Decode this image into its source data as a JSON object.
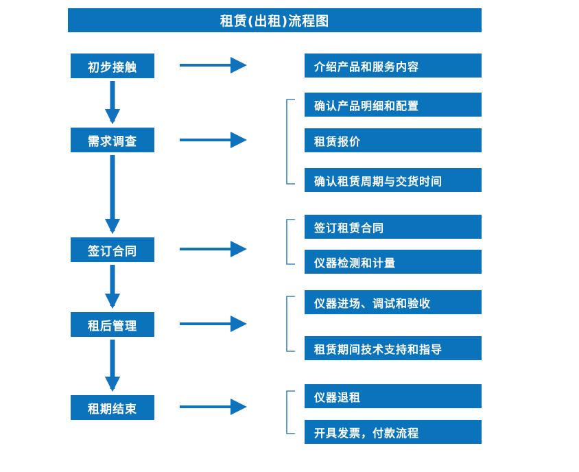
{
  "title": {
    "text": "租赁(出租)流程图"
  },
  "colors": {
    "accent": "#0B72BC",
    "box_text": "#ffffff",
    "arrow": "#1072BC",
    "bracket": "#3E80C1",
    "background": "#ffffff"
  },
  "stages": [
    {
      "label": "初步接触"
    },
    {
      "label": "需求调查"
    },
    {
      "label": "签订合同"
    },
    {
      "label": "租后管理"
    },
    {
      "label": "租期结束"
    }
  ],
  "details": [
    {
      "label": "介绍产品和服务内容"
    },
    {
      "label": "确认产品明细和配置"
    },
    {
      "label": "租赁报价"
    },
    {
      "label": "确认租赁周期与交货时间"
    },
    {
      "label": "签订租赁合同"
    },
    {
      "label": "仪器检测和计量"
    },
    {
      "label": "仪器进场、调试和验收"
    },
    {
      "label": "租赁期间技术支持和指导"
    },
    {
      "label": "仪器退租"
    },
    {
      "label": "开具发票，付款流程"
    }
  ],
  "connectors": {
    "horizontal_arrow_count": 5,
    "vertical_arrow_count": 4,
    "bracket_count": 4
  }
}
